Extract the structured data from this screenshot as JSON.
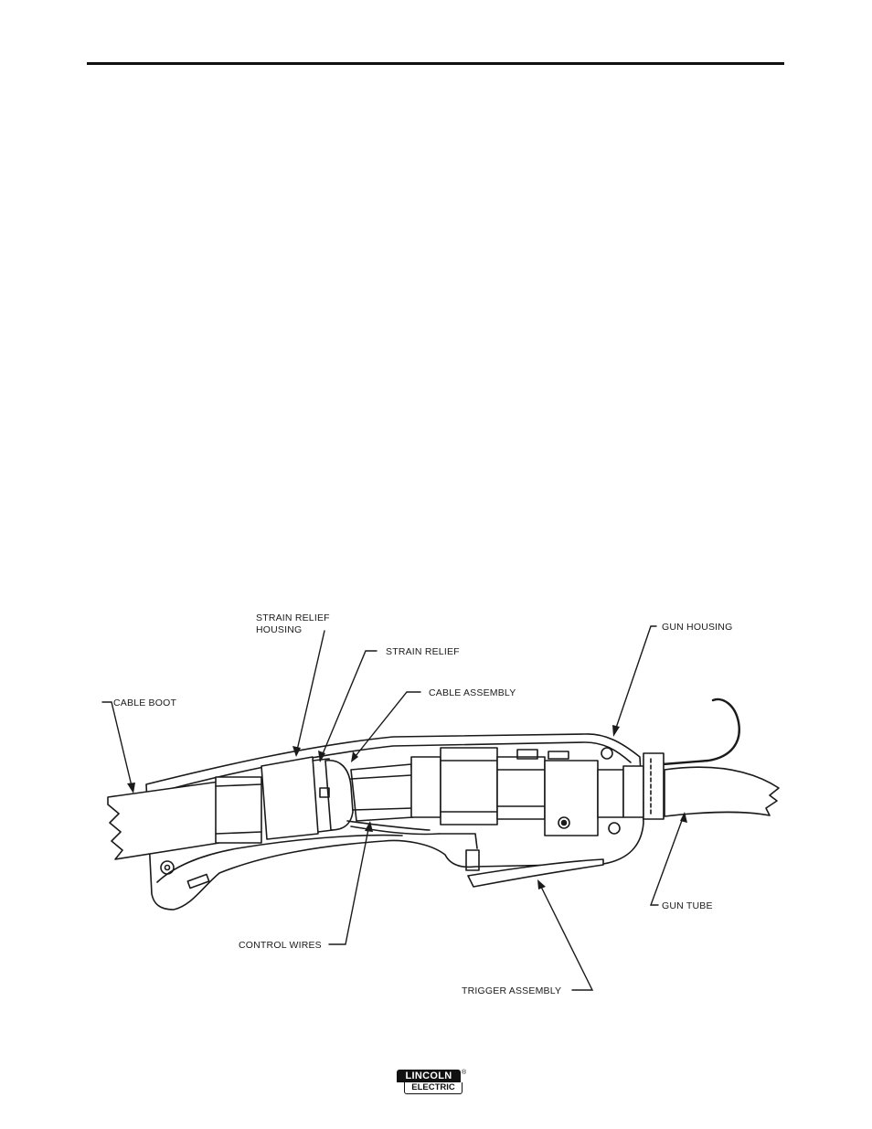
{
  "labels": {
    "strain_relief_housing_line1": "STRAIN RELIEF",
    "strain_relief_housing_line2": "HOUSING",
    "strain_relief": "STRAIN RELIEF",
    "cable_assembly": "CABLE ASSEMBLY",
    "gun_housing": "GUN HOUSING",
    "cable_boot": "CABLE BOOT",
    "gun_tube": "GUN TUBE",
    "control_wires": "CONTROL WIRES",
    "trigger_assembly": "TRIGGER ASSEMBLY"
  },
  "logo": {
    "top": "LINCOLN",
    "registered": "®",
    "bottom": "ELECTRIC"
  }
}
